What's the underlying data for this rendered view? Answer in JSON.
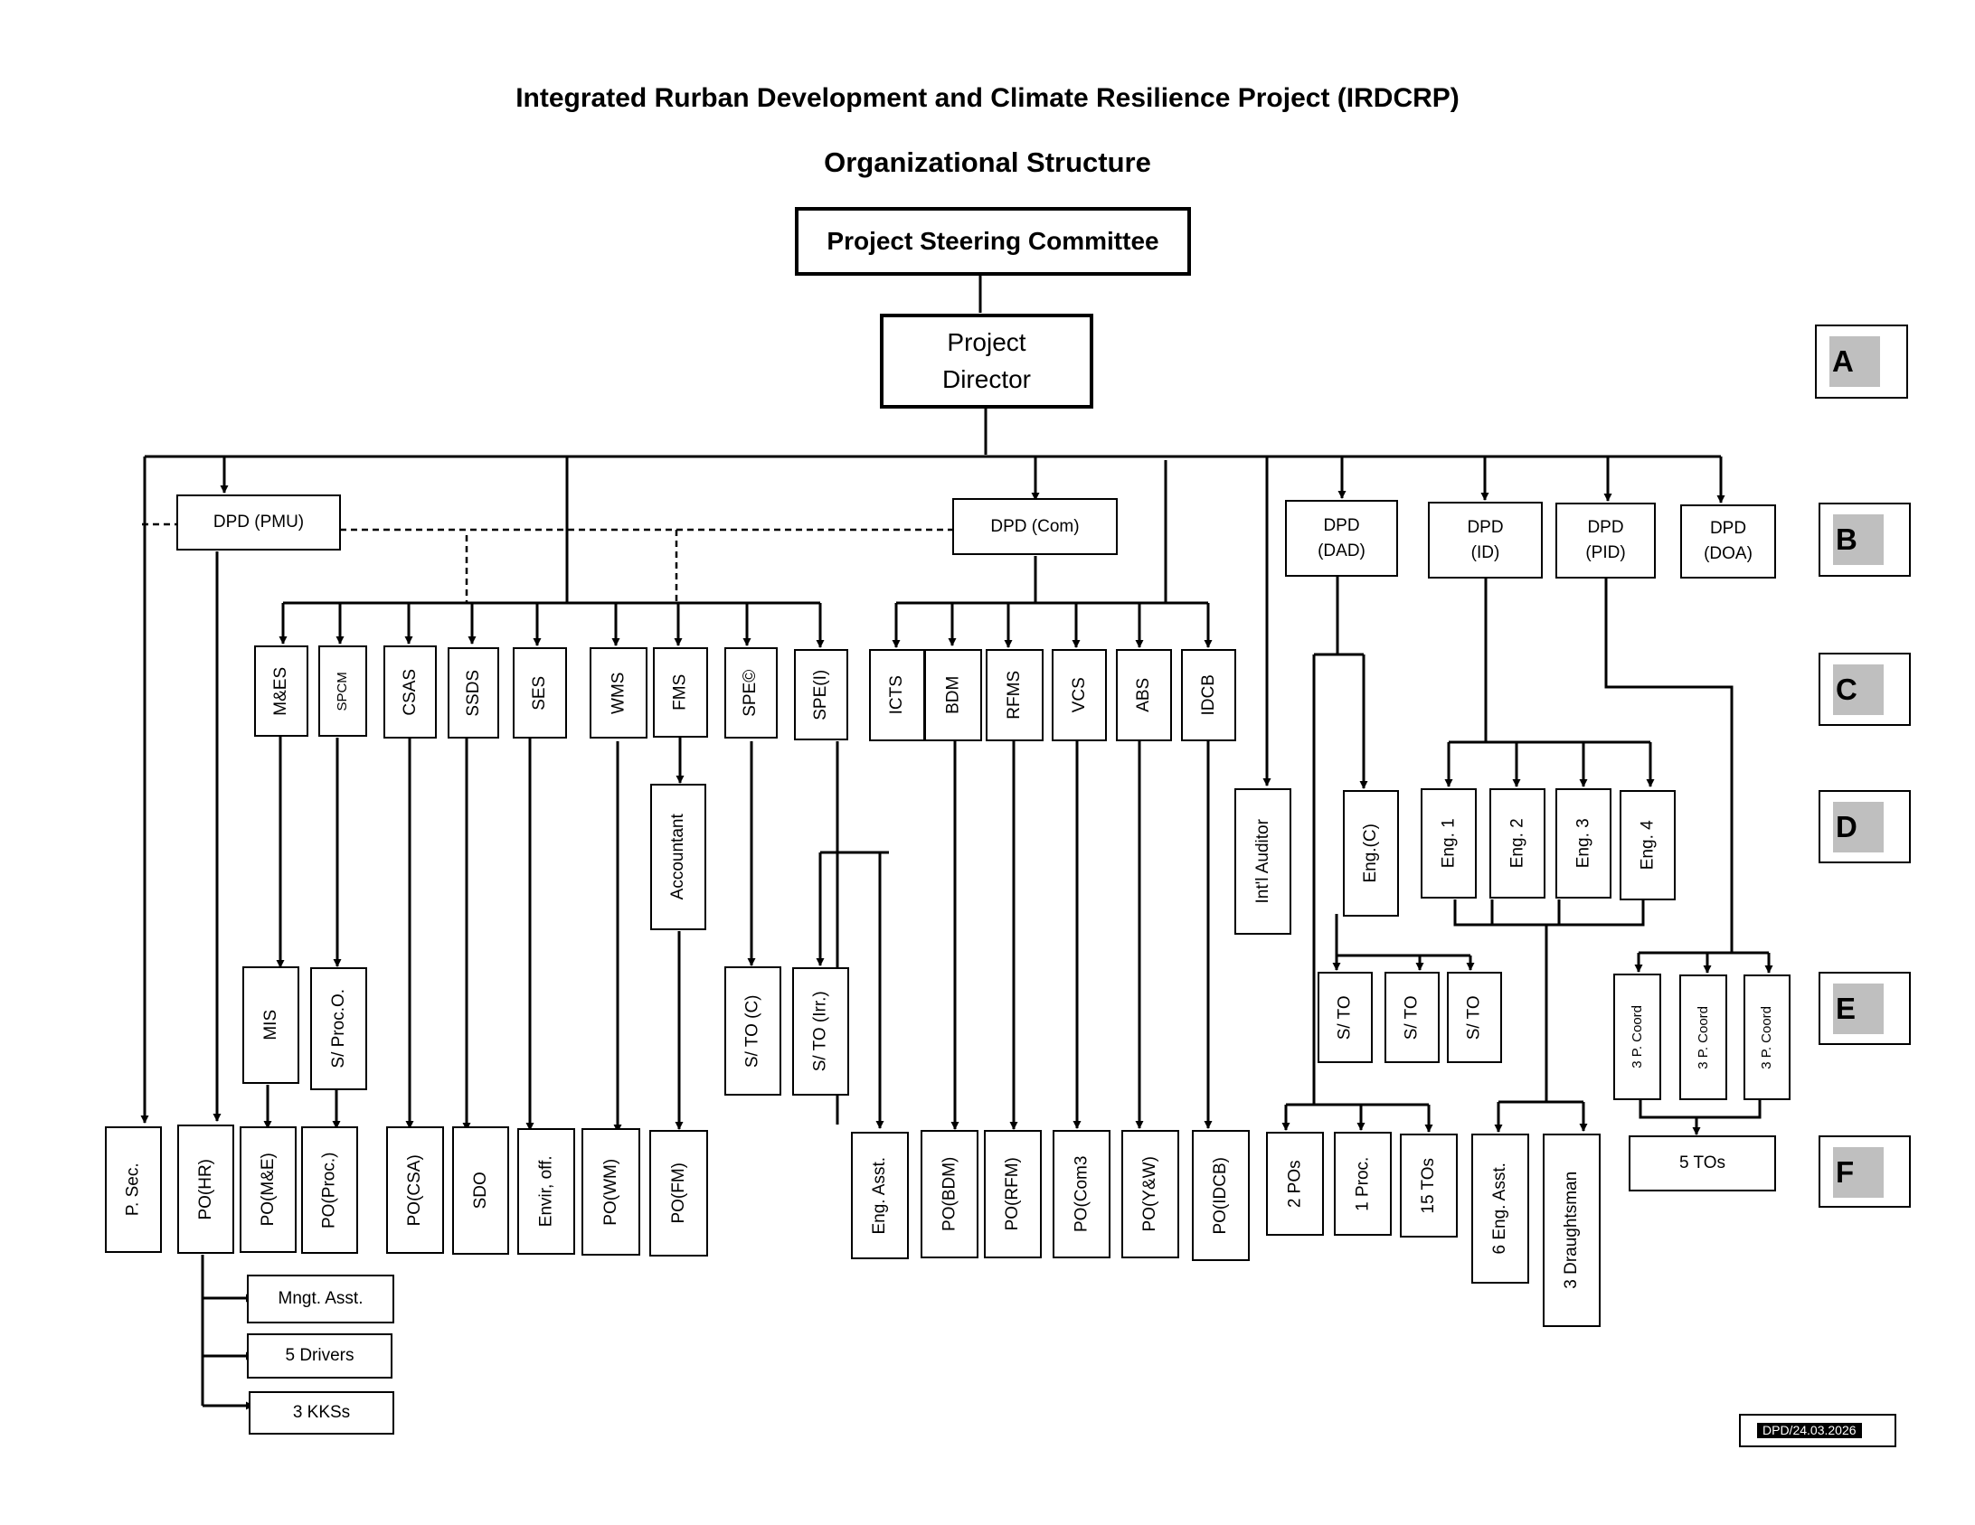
{
  "header": {
    "title": "Integrated Rurban Development and Climate Resilience Project (IRDCRP)",
    "subtitle": "Organizational Structure"
  },
  "top": {
    "steering": "Project Steering Committee",
    "director_line1": "Project",
    "director_line2": "Director"
  },
  "dpd": {
    "pmu": "DPD (PMU)",
    "com": "DPD (Com)",
    "dad_line1": "DPD",
    "dad_line2": "(DAD)",
    "id_line1": "DPD",
    "id_line2": "(ID)",
    "pid_line1": "DPD",
    "pid_line2": "(PID)",
    "doa_line1": "DPD",
    "doa_line2": "(DOA)"
  },
  "specialists": [
    "M&ES",
    "SPCM",
    "CSAS",
    "SSDS",
    "SES",
    "WMS",
    "FMS",
    "SPE©",
    "SPE(I)",
    "ICTS",
    "BDM",
    "RFMS",
    "VCS",
    "ABS",
    "IDCB"
  ],
  "mid": {
    "accountant": "Accountant",
    "intl_auditor": "Int'l Auditor",
    "eng_c": "Eng.(C)",
    "eng": [
      "Eng. 1",
      "Eng. 2",
      "Eng. 3",
      "Eng. 4"
    ],
    "mis": "MIS",
    "s_proc_o": "S/ Proc.O.",
    "s_to_c": "S/ TO (C)",
    "s_to_irr": "S/ TO (Irr.)",
    "s_to": [
      "S/ TO",
      "S/ TO",
      "S/ TO"
    ],
    "p_coord": [
      "3 P. Coord",
      "3 P. Coord",
      "3 P. Coord"
    ]
  },
  "bottom": {
    "p_sec": "P. Sec.",
    "po_hr": "PO(HR)",
    "po_me": "PO(M&E)",
    "po_proc": "PO(Proc.)",
    "po_csa": "PO(CSA)",
    "sdo": "SDO",
    "envir": "Envir, off.",
    "po_wm": "PO(WM)",
    "po_fm": "PO(FM)",
    "eng_asst": "Eng. Asst.",
    "po_bdm": "PO(BDM)",
    "po_rfm": "PO(RFM)",
    "po_com3": "PO(Com3",
    "po_yw": "PO(Y&W)",
    "po_idcb": "PO(IDCB)",
    "two_pos": "2 POs",
    "one_proc": "1 Proc.",
    "fifteen_tos": "15 TOs",
    "six_eng_asst": "6 Eng. Asst.",
    "three_draughtsman": "3 Draughtsman",
    "five_tos": "5 TOs"
  },
  "support": {
    "mngt_asst": "Mngt. Asst.",
    "drivers": "5 Drivers",
    "kkss": "3 KKSs"
  },
  "levels": [
    "A",
    "B",
    "C",
    "D",
    "E",
    "F"
  ],
  "stamp": "DPD/24.03.2026"
}
